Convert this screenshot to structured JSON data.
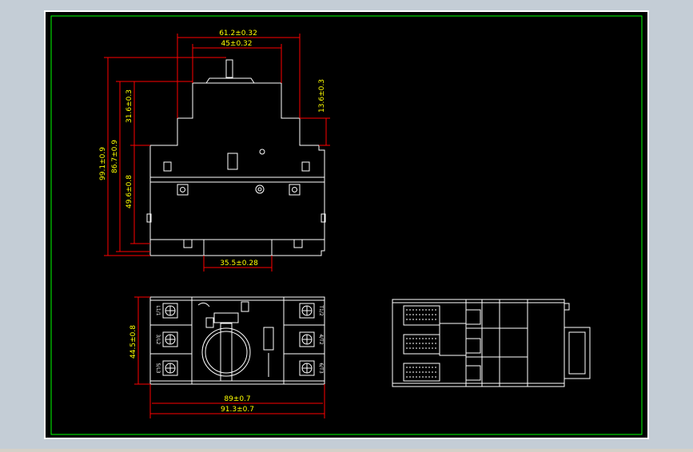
{
  "colors": {
    "frame_bg": "#c4cdd6",
    "canvas_bg": "#000000",
    "border_white": "#ffffff",
    "border_green": "#00ff00",
    "dimension_red": "#ff0000",
    "dimension_text": "#ffff00",
    "part_line": "#ffffff"
  },
  "dimensions": {
    "front_top_outer": "61.2±0.32",
    "front_top_inner": "45±0.32",
    "front_overall_height": "99.1±0.9",
    "front_body_height": "86.7±0.9",
    "front_shaft_height": "31.6±0.3",
    "front_lower_height": "49.6±0.8",
    "front_right_step": "13.6±0.3",
    "front_rail_width": "35.5±0.28",
    "top_view_depth": "44.5±0.8",
    "top_view_width_inner": "89±0.7",
    "top_view_width_outer": "91.3±0.7"
  },
  "terminal_labels": {
    "left": [
      "L1/1",
      "3/L2",
      "5/L3"
    ],
    "right": [
      "T1/2",
      "4/T2",
      "6/T3"
    ]
  }
}
